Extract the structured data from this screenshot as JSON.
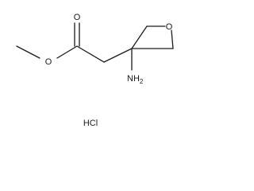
{
  "molecule": {
    "atoms": {
      "carbonyl_oxygen": "O",
      "ester_oxygen": "O",
      "ring_oxygen": "O",
      "amine": "NH",
      "amine_subscript": "2"
    },
    "salt": "HCl"
  }
}
